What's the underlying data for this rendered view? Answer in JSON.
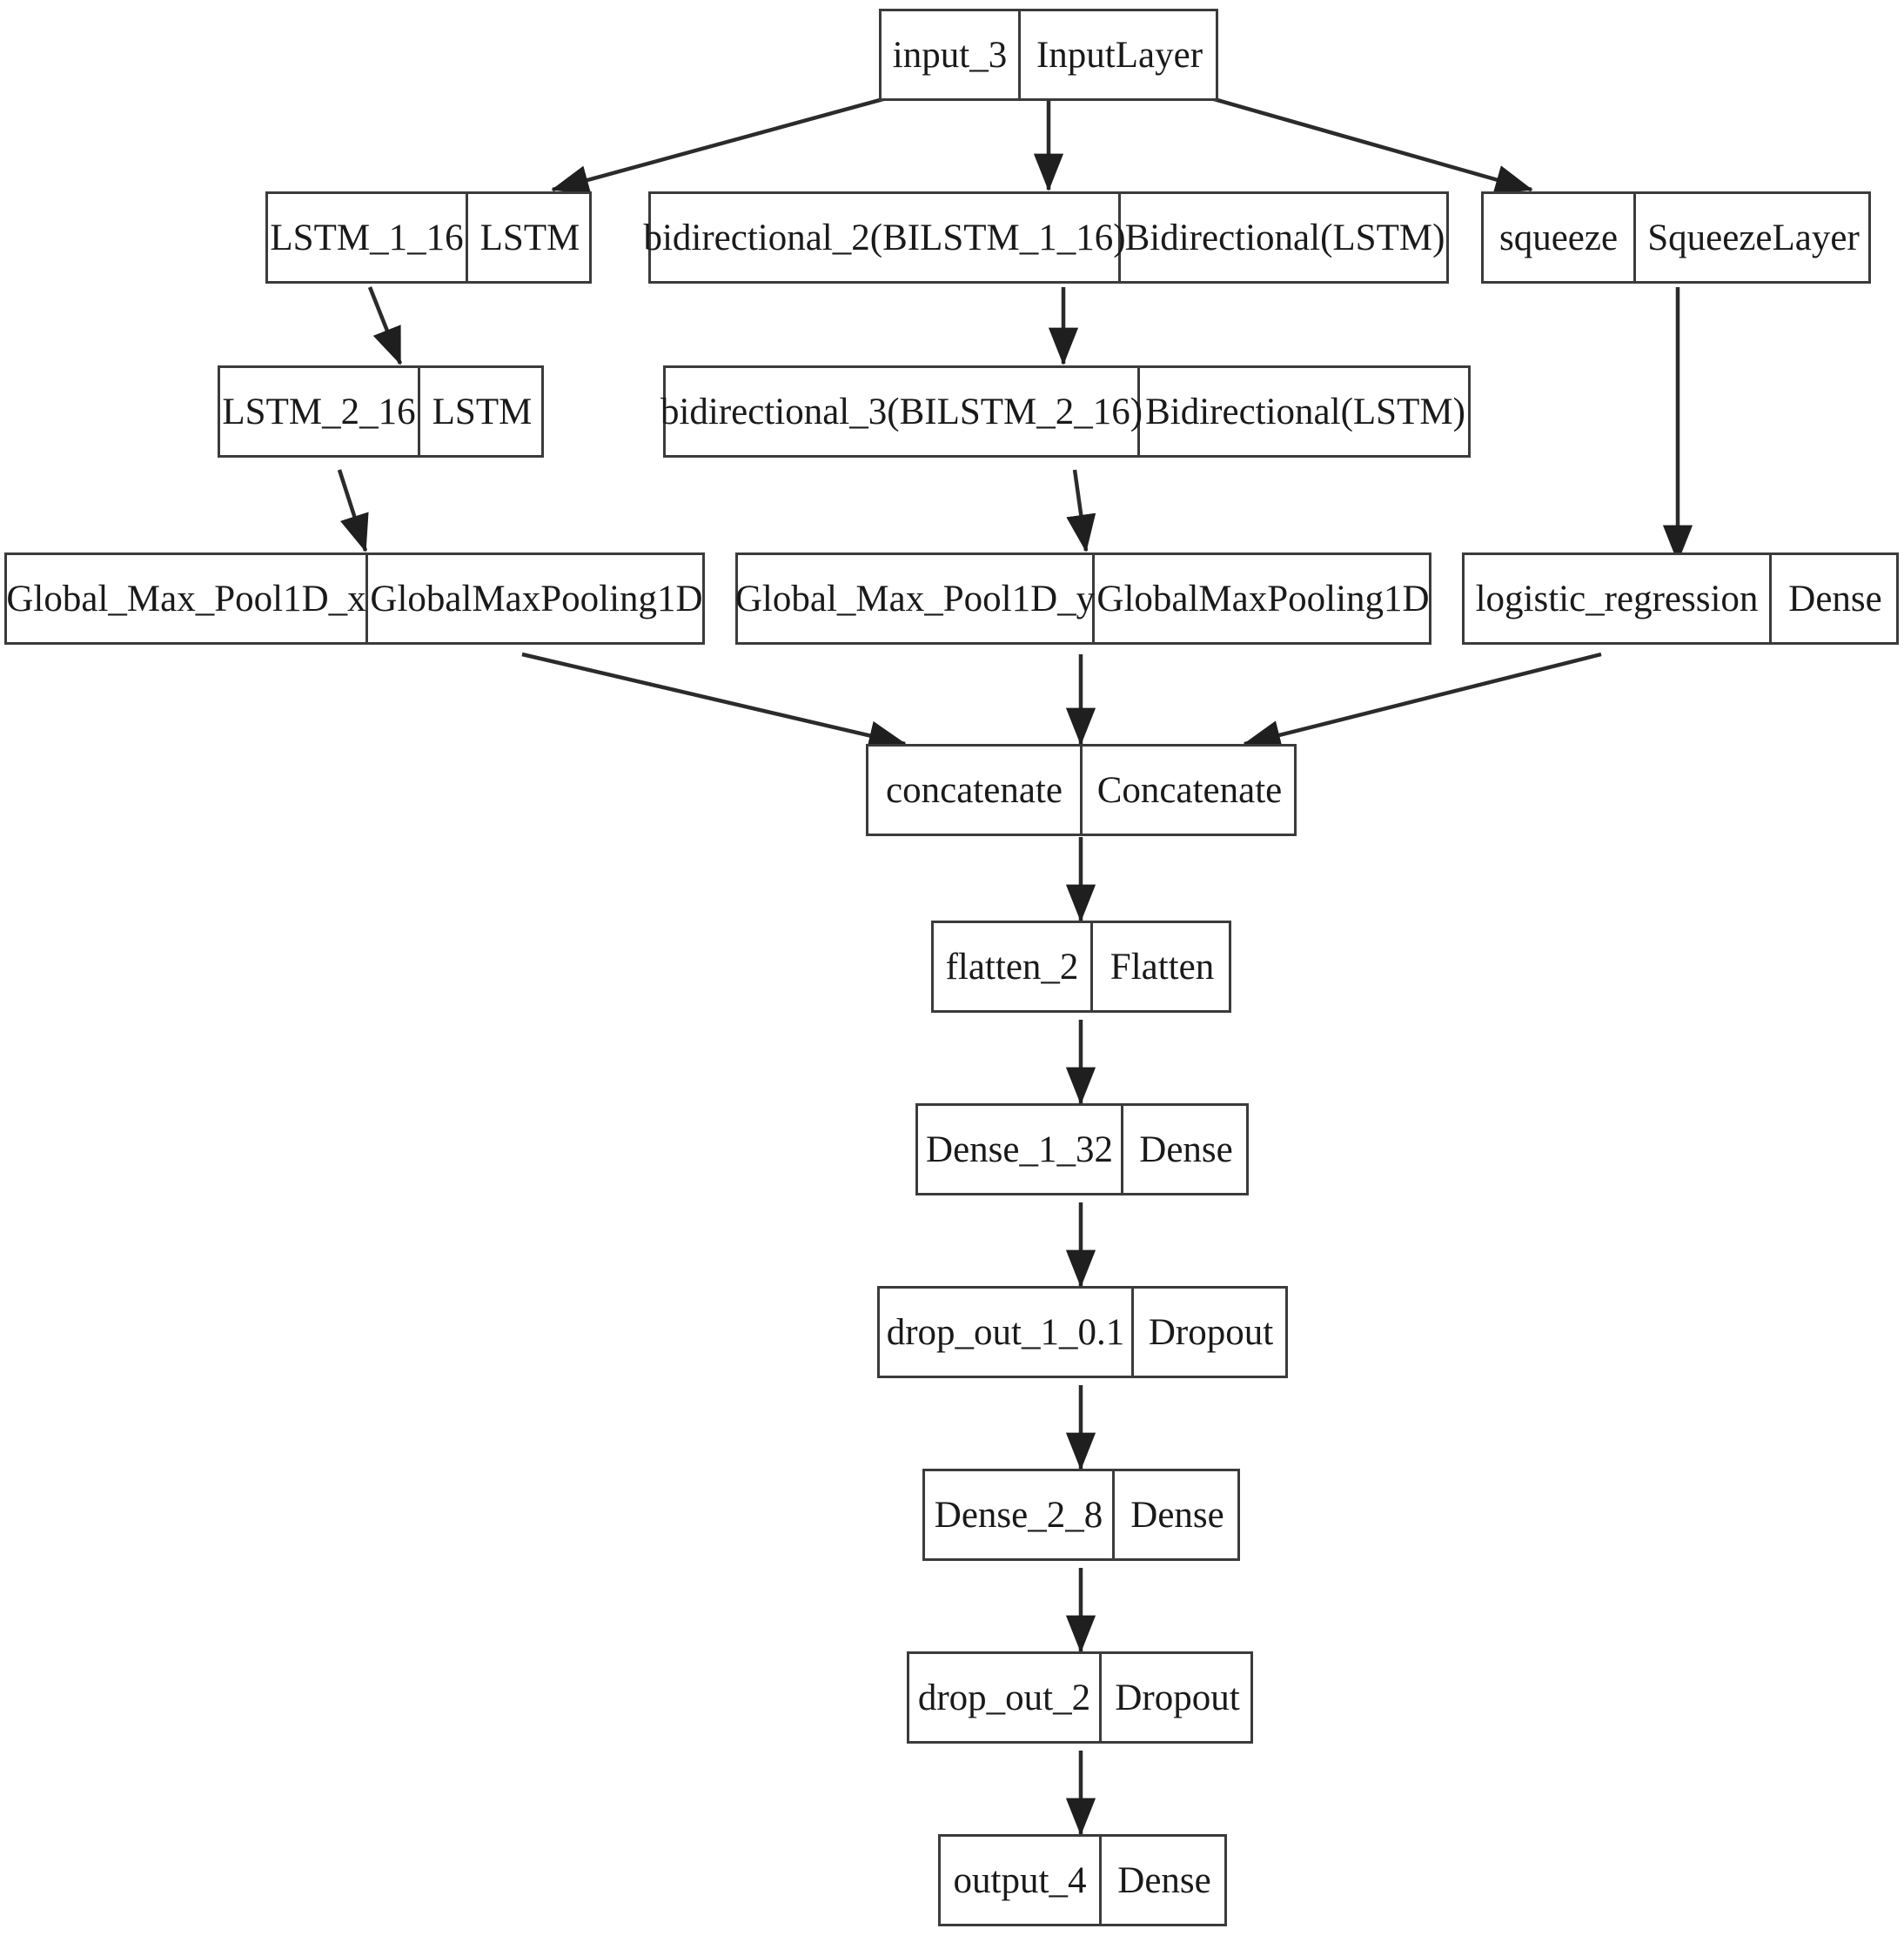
{
  "diagram": {
    "title": "Keras model architecture graph",
    "type": "flowchart",
    "background_color": "#ffffff",
    "node_border_color": "#3b3b3b",
    "node_fill_color": "#ffffff",
    "text_color": "#1a1a1a",
    "edge_color": "#2b2b2b"
  },
  "nodes": [
    {
      "id": "input_3",
      "name": "input_3",
      "type": "InputLayer"
    },
    {
      "id": "lstm_1_16",
      "name": "LSTM_1_16",
      "type": "LSTM"
    },
    {
      "id": "bidirectional_2",
      "name": "bidirectional_2(BILSTM_1_16)",
      "type": "Bidirectional(LSTM)"
    },
    {
      "id": "squeeze",
      "name": "squeeze",
      "type": "SqueezeLayer"
    },
    {
      "id": "lstm_2_16",
      "name": "LSTM_2_16",
      "type": "LSTM"
    },
    {
      "id": "bidirectional_3",
      "name": "bidirectional_3(BILSTM_2_16)",
      "type": "Bidirectional(LSTM)"
    },
    {
      "id": "global_max_pool1d_x",
      "name": "Global_Max_Pool1D_x",
      "type": "GlobalMaxPooling1D"
    },
    {
      "id": "global_max_pool1d_y",
      "name": "Global_Max_Pool1D_y",
      "type": "GlobalMaxPooling1D"
    },
    {
      "id": "logistic_regression",
      "name": "logistic_regression",
      "type": "Dense"
    },
    {
      "id": "concatenate",
      "name": "concatenate",
      "type": "Concatenate"
    },
    {
      "id": "flatten_2",
      "name": "flatten_2",
      "type": "Flatten"
    },
    {
      "id": "dense_1_32",
      "name": "Dense_1_32",
      "type": "Dense"
    },
    {
      "id": "drop_out_1_0_1",
      "name": "drop_out_1_0.1",
      "type": "Dropout"
    },
    {
      "id": "dense_2_8",
      "name": "Dense_2_8",
      "type": "Dense"
    },
    {
      "id": "drop_out_2",
      "name": "drop_out_2",
      "type": "Dropout"
    },
    {
      "id": "output_4",
      "name": "output_4",
      "type": "Dense"
    }
  ],
  "edges": [
    {
      "from": "input_3",
      "to": "lstm_1_16"
    },
    {
      "from": "input_3",
      "to": "bidirectional_2"
    },
    {
      "from": "input_3",
      "to": "squeeze"
    },
    {
      "from": "lstm_1_16",
      "to": "lstm_2_16"
    },
    {
      "from": "bidirectional_2",
      "to": "bidirectional_3"
    },
    {
      "from": "squeeze",
      "to": "logistic_regression"
    },
    {
      "from": "lstm_2_16",
      "to": "global_max_pool1d_x"
    },
    {
      "from": "bidirectional_3",
      "to": "global_max_pool1d_y"
    },
    {
      "from": "global_max_pool1d_x",
      "to": "concatenate"
    },
    {
      "from": "global_max_pool1d_y",
      "to": "concatenate"
    },
    {
      "from": "logistic_regression",
      "to": "concatenate"
    },
    {
      "from": "concatenate",
      "to": "flatten_2"
    },
    {
      "from": "flatten_2",
      "to": "dense_1_32"
    },
    {
      "from": "dense_1_32",
      "to": "drop_out_1_0_1"
    },
    {
      "from": "drop_out_1_0_1",
      "to": "dense_2_8"
    },
    {
      "from": "dense_2_8",
      "to": "drop_out_2"
    },
    {
      "from": "drop_out_2",
      "to": "output_4"
    }
  ]
}
